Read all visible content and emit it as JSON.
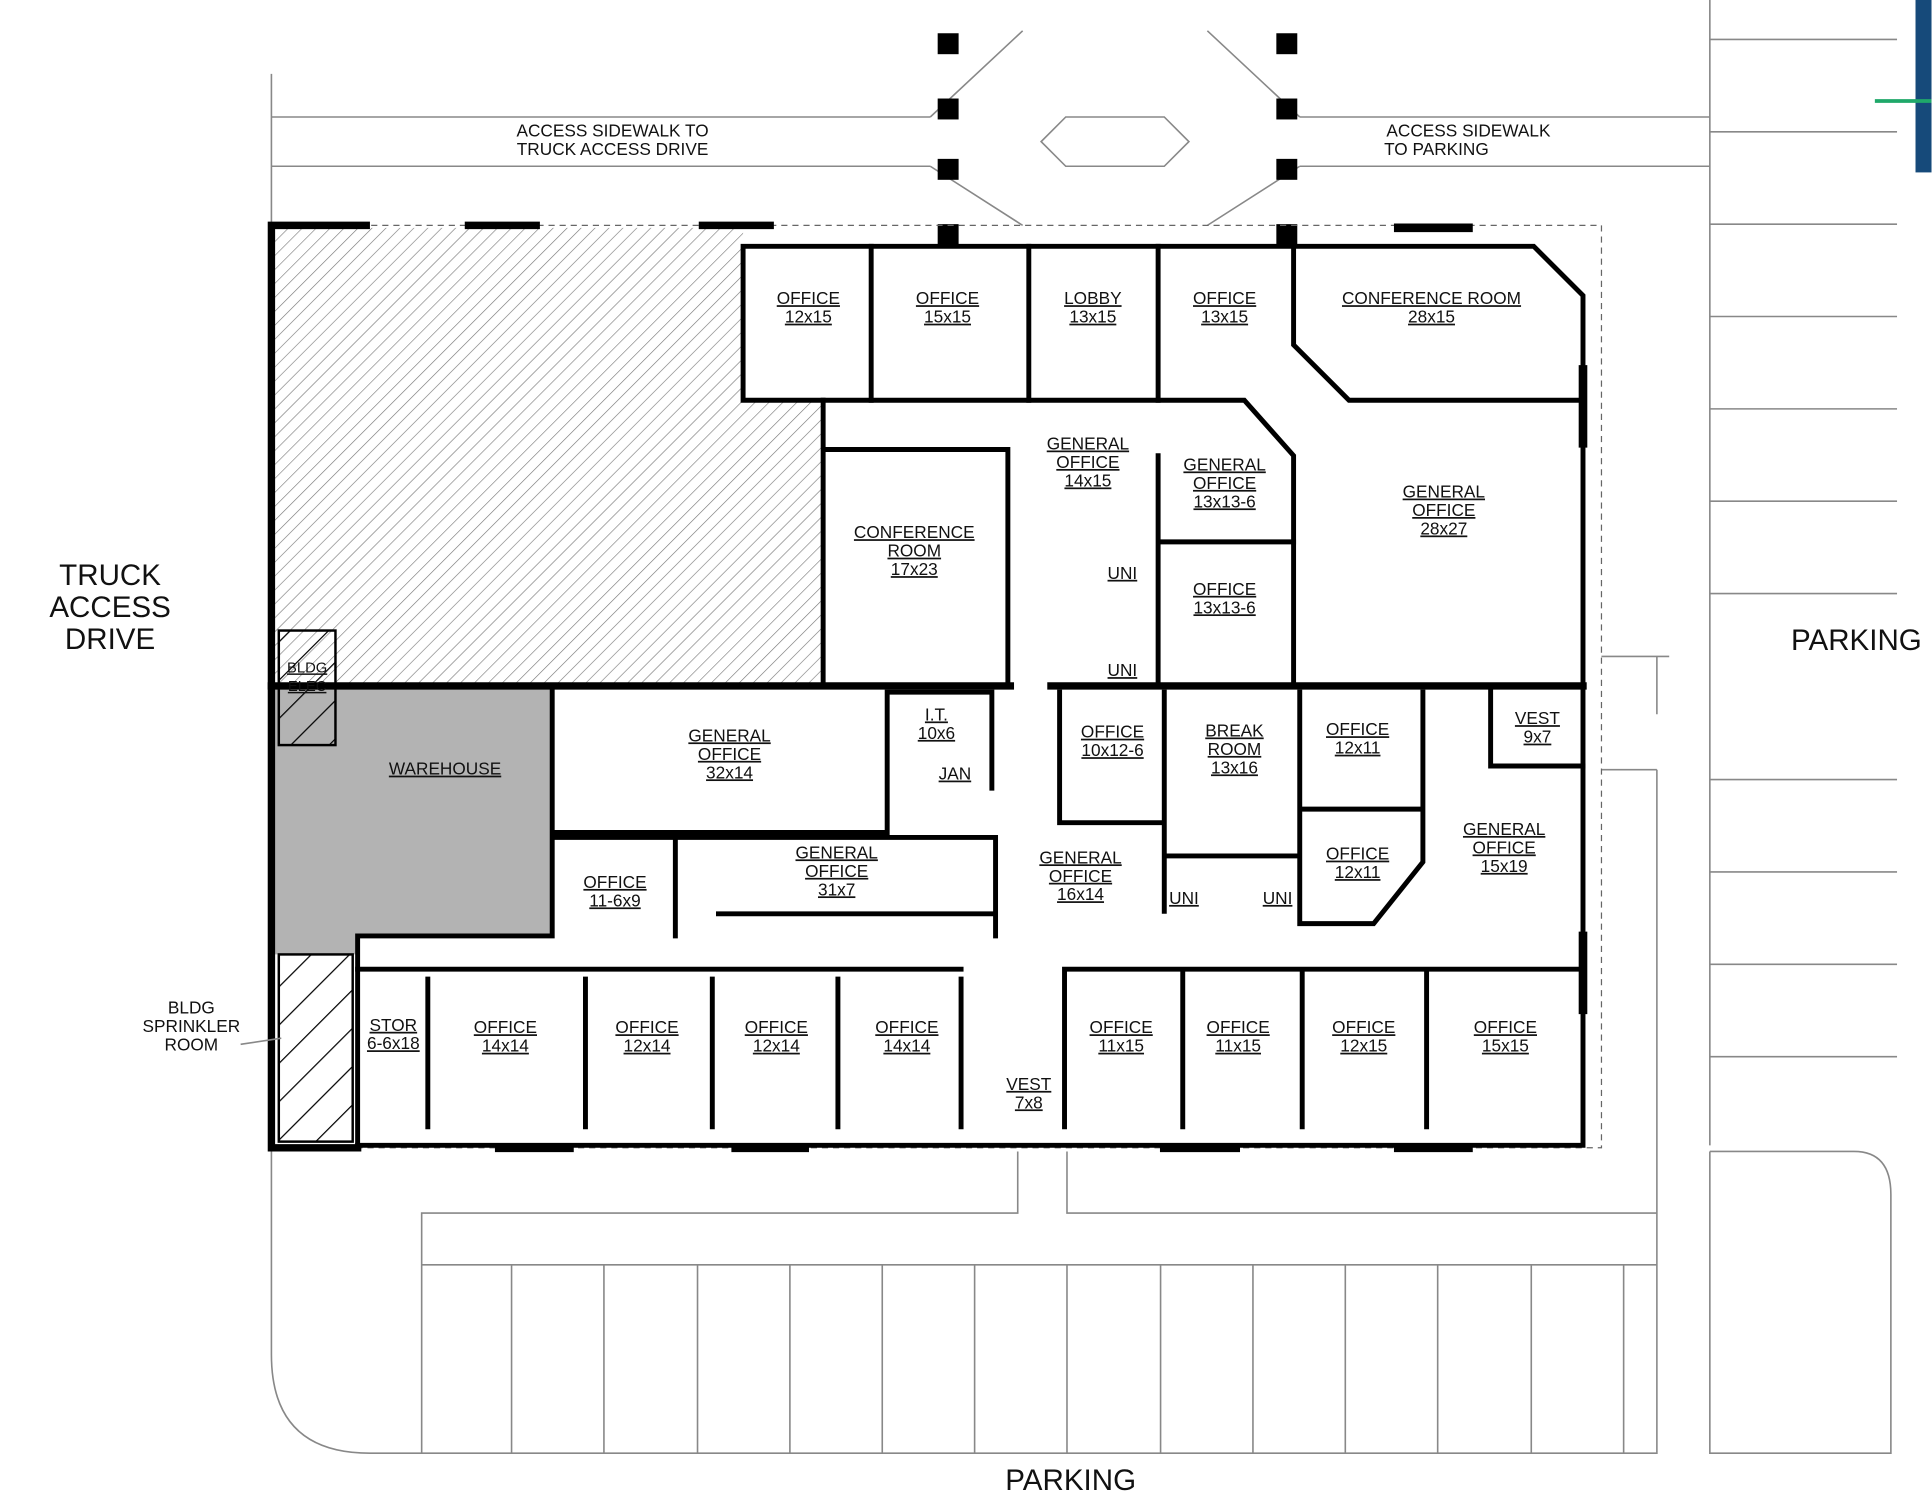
{
  "site_labels": {
    "sidewalk_truck": [
      "ACCESS SIDEWALK TO",
      "TRUCK ACCESS DRIVE"
    ],
    "sidewalk_parking": [
      "ACCESS SIDEWALK",
      "TO PARKING"
    ],
    "truck_drive": [
      "TRUCK",
      "ACCESS",
      "DRIVE"
    ],
    "parking_right": "PARKING",
    "parking_bottom": "PARKING",
    "sprinkler": [
      "BLDG",
      "SPRINKLER",
      "ROOM"
    ],
    "elec": [
      "BLDG",
      "ELEC"
    ]
  },
  "rooms": [
    {
      "lines": [
        "OFFICE",
        "12x15"
      ]
    },
    {
      "lines": [
        "OFFICE",
        "15x15"
      ]
    },
    {
      "lines": [
        "LOBBY",
        "13x15"
      ]
    },
    {
      "lines": [
        "OFFICE",
        "13x15"
      ]
    },
    {
      "lines": [
        "CONFERENCE ROOM",
        "28x15"
      ]
    },
    {
      "lines": [
        "GENERAL",
        "OFFICE",
        "14x15"
      ]
    },
    {
      "lines": [
        "GENERAL",
        "OFFICE",
        "13x13-6"
      ]
    },
    {
      "lines": [
        "GENERAL",
        "OFFICE",
        "28x27"
      ]
    },
    {
      "lines": [
        "CONFERENCE",
        "ROOM",
        "17x23"
      ]
    },
    {
      "lines": [
        "UNI"
      ]
    },
    {
      "lines": [
        "UNI"
      ]
    },
    {
      "lines": [
        "OFFICE",
        "13x13-6"
      ]
    },
    {
      "lines": [
        "WAREHOUSE"
      ]
    },
    {
      "lines": [
        "GENERAL",
        "OFFICE",
        "32x14"
      ]
    },
    {
      "lines": [
        "I.T.",
        "10x6"
      ]
    },
    {
      "lines": [
        "JAN"
      ]
    },
    {
      "lines": [
        "OFFICE",
        "10x12-6"
      ]
    },
    {
      "lines": [
        "BREAK",
        "ROOM",
        "13x16"
      ]
    },
    {
      "lines": [
        "OFFICE",
        "12x11"
      ]
    },
    {
      "lines": [
        "VEST",
        "9x7"
      ]
    },
    {
      "lines": [
        "GENERAL",
        "OFFICE",
        "31x7"
      ]
    },
    {
      "lines": [
        "OFFICE",
        "11-6x9"
      ]
    },
    {
      "lines": [
        "GENERAL",
        "OFFICE",
        "16x14"
      ]
    },
    {
      "lines": [
        "OFFICE",
        "12x11"
      ]
    },
    {
      "lines": [
        "GENERAL",
        "OFFICE",
        "15x19"
      ]
    },
    {
      "lines": [
        "UNI"
      ]
    },
    {
      "lines": [
        "UNI"
      ]
    },
    {
      "lines": [
        "STOR",
        "6-6x18"
      ]
    },
    {
      "lines": [
        "OFFICE",
        "14x14"
      ]
    },
    {
      "lines": [
        "OFFICE",
        "12x14"
      ]
    },
    {
      "lines": [
        "OFFICE",
        "12x14"
      ]
    },
    {
      "lines": [
        "OFFICE",
        "14x14"
      ]
    },
    {
      "lines": [
        "VEST",
        "7x8"
      ]
    },
    {
      "lines": [
        "OFFICE",
        "11x15"
      ]
    },
    {
      "lines": [
        "OFFICE",
        "11x15"
      ]
    },
    {
      "lines": [
        "OFFICE",
        "12x15"
      ]
    },
    {
      "lines": [
        "OFFICE",
        "15x15"
      ]
    }
  ],
  "colors": {
    "warehouse": "#b3b3b3",
    "wall": "#000000",
    "accent_blue": "#164a7a",
    "accent_green": "#1fa86a"
  }
}
